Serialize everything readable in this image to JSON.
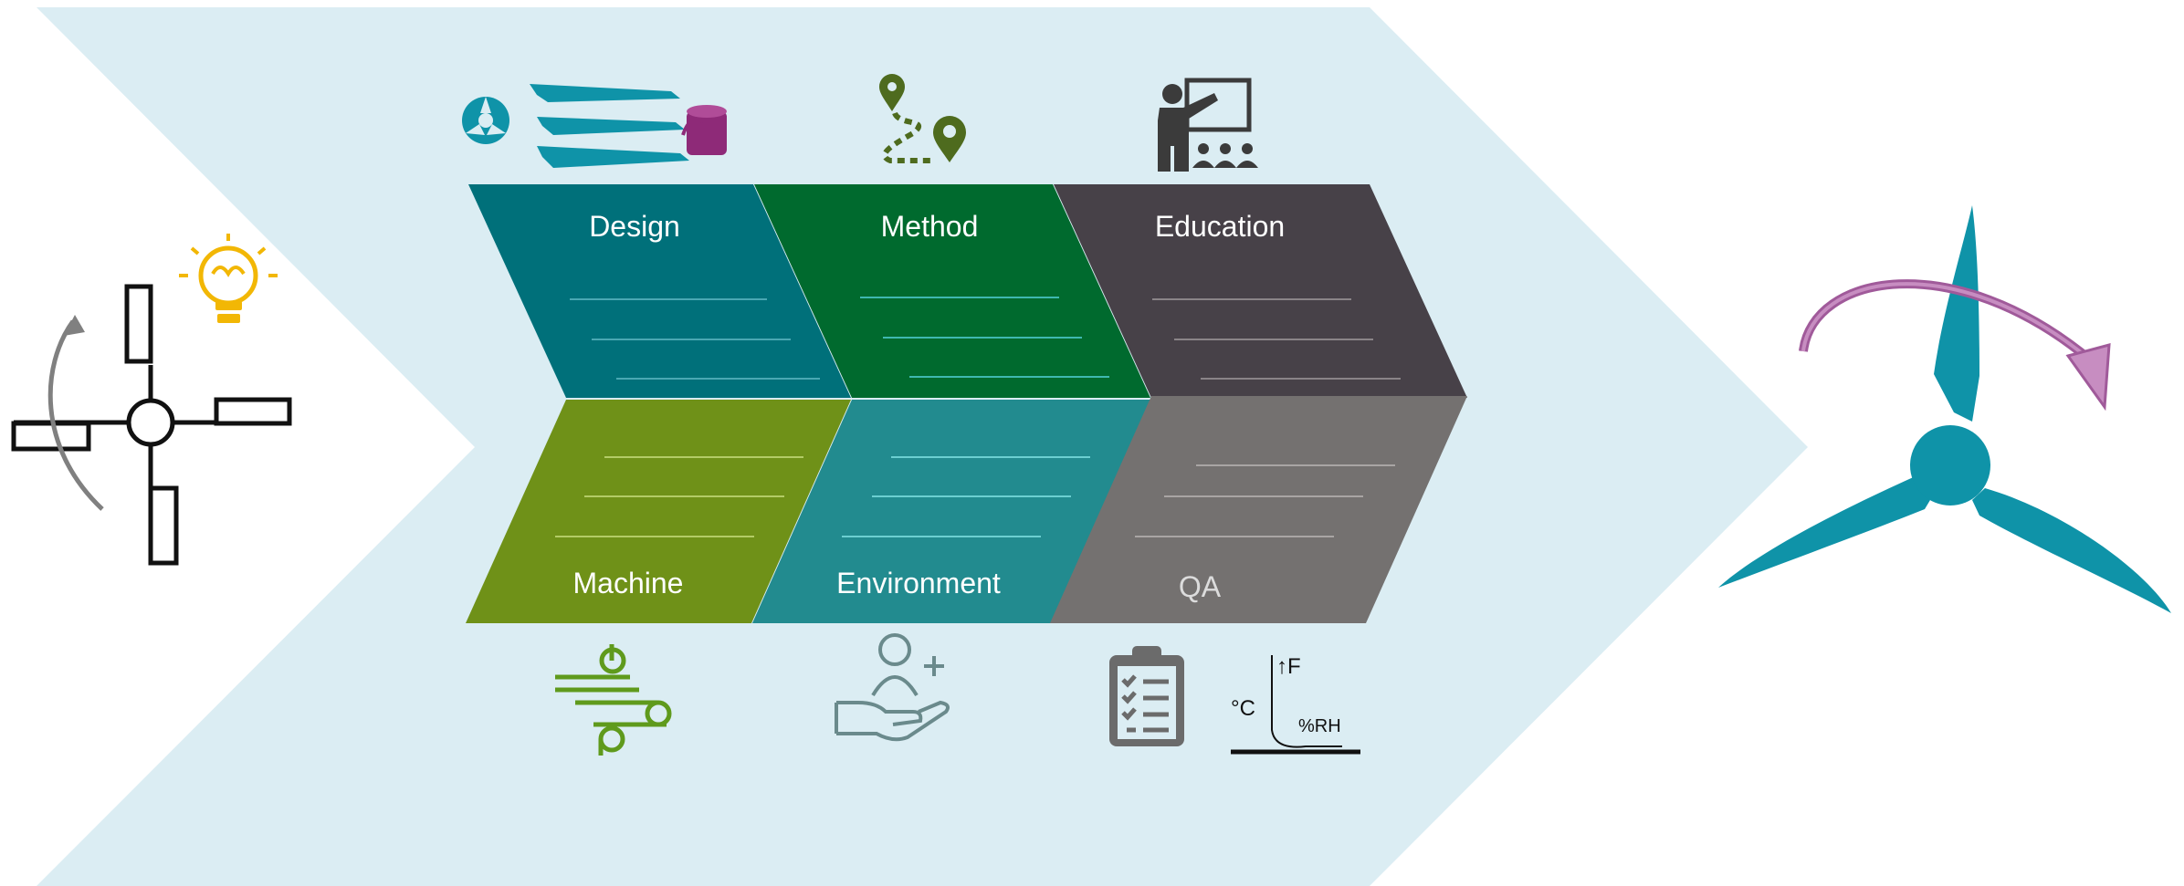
{
  "diagram": {
    "background_color": "#dbedf3",
    "categories": {
      "design": {
        "label": "Design",
        "color": "#00707a",
        "icon": "blade-molds-icon"
      },
      "method": {
        "label": "Method",
        "color": "#006a2e",
        "icon": "route-pins-icon"
      },
      "education": {
        "label": "Education",
        "color": "#474148",
        "icon": "teacher-presentation-icon"
      },
      "machine": {
        "label": "Machine",
        "color": "#6f9118",
        "icon": "fiber-rollers-icon"
      },
      "environment": {
        "label": "Environment",
        "color": "#228b8f",
        "icon": "hand-add-person-icon"
      },
      "qa": {
        "label": "QA",
        "color": "#747170",
        "icon": "clipboard-checklist-icon"
      }
    },
    "qa_graph": {
      "force_label": "↑F",
      "temperature_label": "°C",
      "humidity_label": "%RH"
    },
    "left_concept": {
      "icon": "lightbulb-icon",
      "figure": "rotor-sketch-icon"
    },
    "right_result": {
      "figure": "wind-turbine-icon",
      "arrow": "rotation-arrow-icon"
    },
    "accent_colors": {
      "turbine": "#0f93a8",
      "rotation_arrow": "#a05a9a",
      "lightbulb": "#f2b705",
      "sketch_arrow": "#808080",
      "paint_bucket": "#8e2a78"
    }
  }
}
